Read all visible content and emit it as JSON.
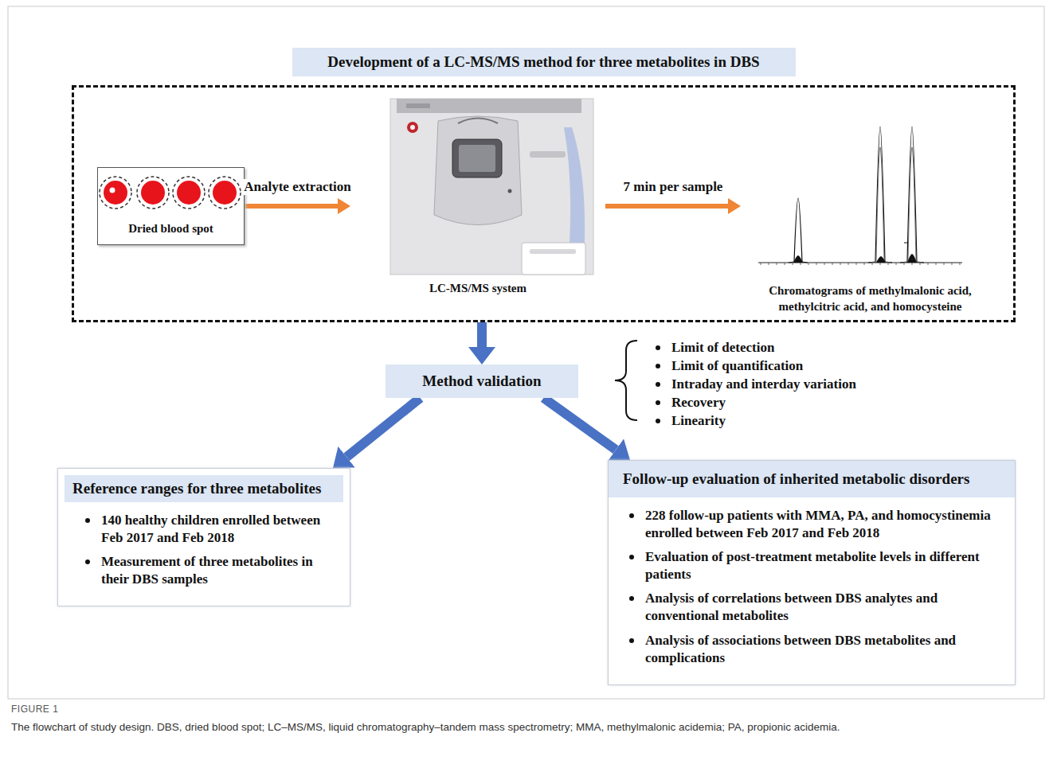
{
  "diagram": {
    "caption": "The flowchart of study design. DBS, dried blood spot; LC–MS/MS, liquid chromatography–tandem mass spectrometry; MMA, methylmalonic acidemia; PA, propionic acidemia.",
    "nodes": [
      {
        "text": [
          "Development of a LC-MS/MS method for three metabolites in DBS"
        ]
      },
      {
        "text": [
          "Dried blood spot"
        ],
        "in": 0
      },
      {
        "text": [
          "LC-MS/MS system"
        ],
        "in": 0
      },
      {
        "text": [
          "Chromatograms of methylmalonic acid, methylcitric acid, and homocysteine"
        ],
        "in": 0
      },
      {
        "text": [
          "Method validation"
        ]
      },
      {
        "text": [
          "Reference ranges for three metabolites",
          "140 healthy children enrolled between Feb 2017 and Feb 2018",
          "Measurement of three metabolites in their DBS samples"
        ]
      },
      {
        "text": [
          "Follow-up evaluation of inherited metabolic disorders",
          "228 follow-up patients with MMA, PA, and homocystinemia enrolled between Feb 2017 and Feb 2018",
          "Evaluation of post-treatment metabolite levels in different patients",
          "Analysis of correlations between DBS analytes and conventional metabolites",
          "Analysis of associations between DBS metabolites and complications"
        ]
      }
    ],
    "edges": [
      {
        "from": 1,
        "to": 2,
        "label": "Analyte extraction",
        "arrow": "to"
      },
      {
        "from": 2,
        "to": 3,
        "label": "7 min per sample",
        "arrow": "to"
      },
      {
        "from": 0,
        "to": 4,
        "arrow": "to"
      },
      {
        "from": 4,
        "to": 5,
        "arrow": "to"
      },
      {
        "from": 4,
        "to": 6,
        "arrow": "to"
      }
    ],
    "labels": [
      "Limit of detection",
      "Limit of quantification",
      "Intraday and interday variation",
      "Recovery",
      "Linearity",
      "FIGURE 1"
    ]
  }
}
